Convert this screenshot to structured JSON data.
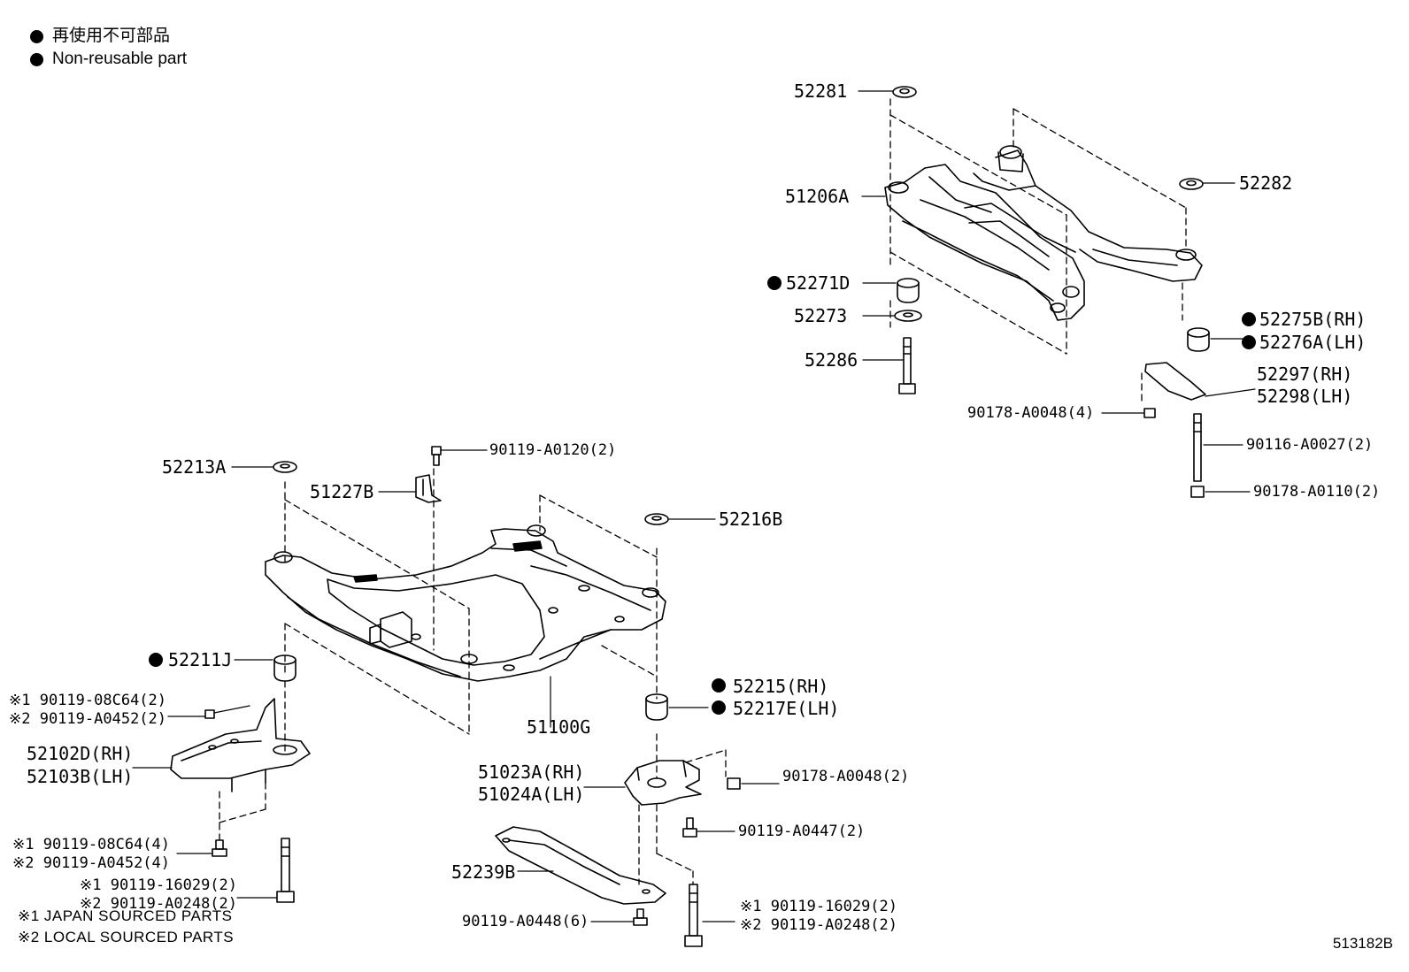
{
  "legend": {
    "japanese": "再使用不可部品",
    "english": "Non-reusable part"
  },
  "notes": {
    "note1": "※1  JAPAN SOURCED PARTS",
    "note2": "※2  LOCAL SOURCED PARTS"
  },
  "diagram_ref": "513182B",
  "labels": {
    "p52281": "52281",
    "p51206A": "51206A",
    "p52282": "52282",
    "p52271D": "52271D",
    "p52273": "52273",
    "p52286": "52286",
    "p52275B": "52275B(RH)",
    "p52276A": "52276A(LH)",
    "p52297": "52297(RH)",
    "p52298": "52298(LH)",
    "p90178_A0048_4": "90178-A0048(4)",
    "p90116": "90116-A0027(2)",
    "p90178_A0110": "90178-A0110(2)",
    "p52213A": "52213A",
    "p51227B": "51227B",
    "p90119_A0120": "90119-A0120(2)",
    "p52216B": "52216B",
    "p52211J": "52211J",
    "p_l1": "※1 90119-08C64(2)",
    "p_l2": "※2 90119-A0452(2)",
    "p52102D": "52102D(RH)",
    "p52103B": "52103B(LH)",
    "p51100G": "51100G",
    "p52215": "52215(RH)",
    "p52217E": "52217E(LH)",
    "p51023A": "51023A(RH)",
    "p51024A": "51024A(LH)",
    "p90178_A0048_2": "90178-A0048(2)",
    "p90119_A0447": "90119-A0447(2)",
    "p_l3": "※1 90119-08C64(4)",
    "p_l4": "※2 90119-A0452(4)",
    "p_l5": "※1 90119-16029(2)",
    "p_l6": "※2 90119-A0248(2)",
    "p52239B": "52239B",
    "p90119_A0448": "90119-A0448(6)",
    "p_r5": "※1 90119-16029(2)",
    "p_r6": "※2 90119-A0248(2)"
  }
}
